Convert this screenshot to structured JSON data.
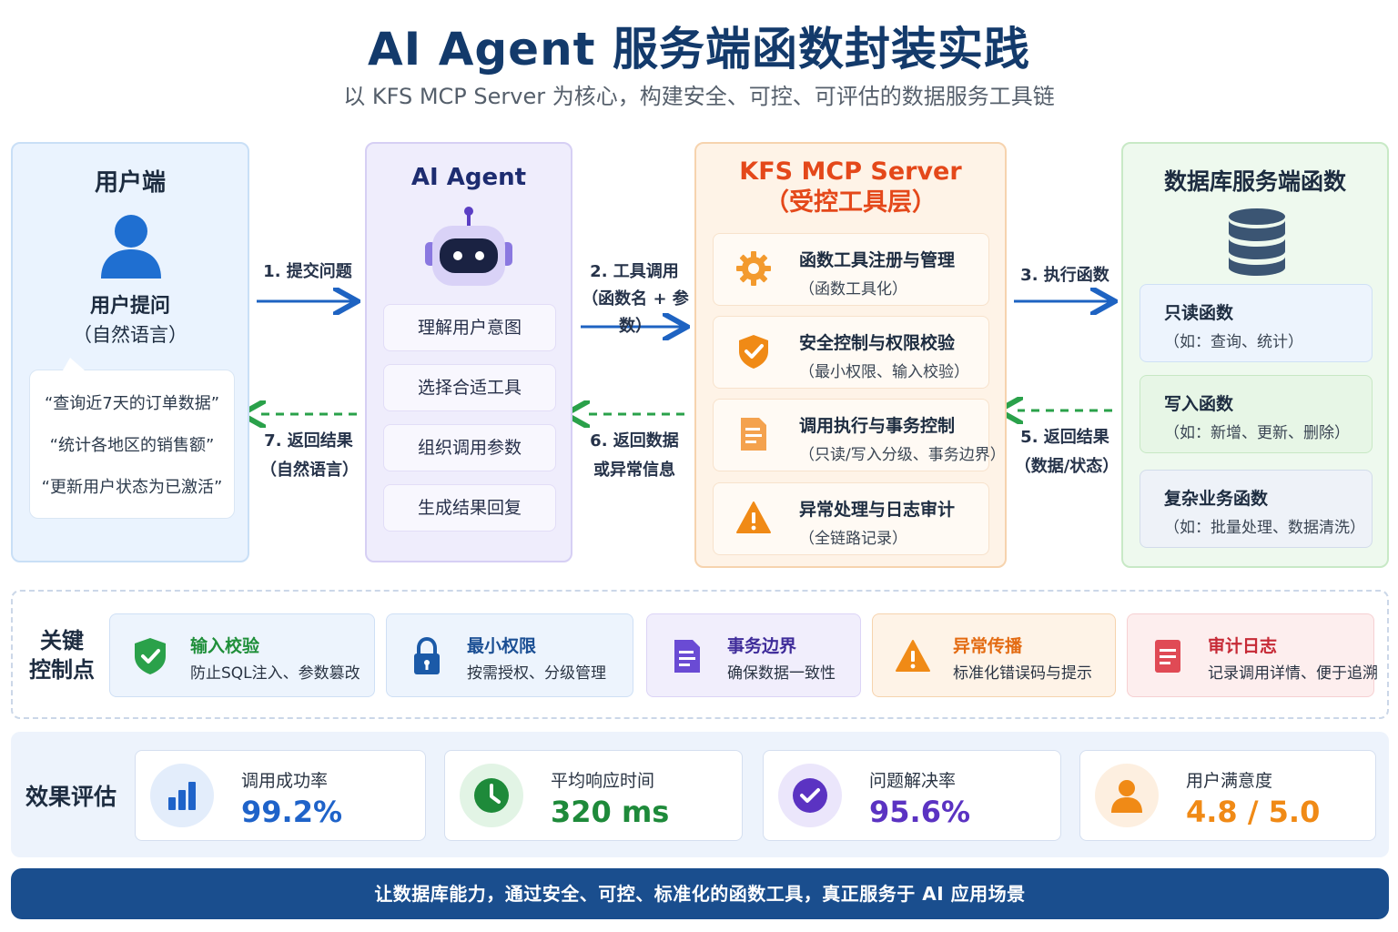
{
  "header": {
    "title": "AI Agent 服务端函数封装实践",
    "subtitle": "以 KFS MCP Server 为核心，构建安全、可控、可评估的数据服务工具链"
  },
  "user_column": {
    "title": "用户端",
    "icon": "user-icon",
    "ask_label": "用户提问",
    "ask_sub": "（自然语言）",
    "examples": [
      "“查询近7天的订单数据”",
      "“统计各地区的销售额”",
      "“更新用户状态为已激活”"
    ]
  },
  "agent_column": {
    "title": "AI Agent",
    "icon": "robot-icon",
    "steps": [
      "理解用户意图",
      "选择合适工具",
      "组织调用参数",
      "生成结果回复"
    ]
  },
  "mcp_column": {
    "title_line1": "KFS MCP Server",
    "title_line2": "（受控工具层）",
    "items": [
      {
        "title": "函数工具注册与管理",
        "sub": "（函数工具化）",
        "icon": "gear-icon"
      },
      {
        "title": "安全控制与权限校验",
        "sub": "（最小权限、输入校验）",
        "icon": "shield-check-icon"
      },
      {
        "title": "调用执行与事务控制",
        "sub": "（只读/写入分级、事务边界）",
        "icon": "document-icon"
      },
      {
        "title": "异常处理与日志审计",
        "sub": "（全链路记录）",
        "icon": "warning-icon"
      }
    ]
  },
  "db_column": {
    "title": "数据库服务端函数",
    "icon": "database-icon",
    "cards": [
      {
        "title": "只读函数",
        "sub": "（如：查询、统计）"
      },
      {
        "title": "写入函数",
        "sub": "（如：新增、更新、删除）"
      },
      {
        "title": "复杂业务函数",
        "sub": "（如：批量处理、数据清洗）"
      }
    ]
  },
  "flows": {
    "f1": "1. 提交问题",
    "f2_line1": "2. 工具调用",
    "f2_line2": "（函数名 + 参数）",
    "f3": "3. 执行函数",
    "f5_line1": "5. 返回结果",
    "f5_line2": "（数据/状态）",
    "f6_line1": "6. 返回数据",
    "f6_line2": "或异常信息",
    "f7_line1": "7. 返回结果",
    "f7_line2": "（自然语言）"
  },
  "controls": {
    "label_line1": "关键",
    "label_line2": "控制点",
    "items": [
      {
        "title": "输入校验",
        "sub": "防止SQL注入、参数篡改",
        "icon": "shield-check-icon",
        "color": "#1f8f3a"
      },
      {
        "title": "最小权限",
        "sub": "按需授权、分级管理",
        "icon": "lock-icon",
        "color": "#1b5aa8"
      },
      {
        "title": "事务边界",
        "sub": "确保数据一致性",
        "icon": "document-icon",
        "color": "#5b3fc4"
      },
      {
        "title": "异常传播",
        "sub": "标准化错误码与提示",
        "icon": "warning-icon",
        "color": "#e36b12"
      },
      {
        "title": "审计日志",
        "sub": "记录调用详情、便于追溯",
        "icon": "log-icon",
        "color": "#c62a36"
      }
    ]
  },
  "evaluation": {
    "label": "效果评估",
    "metrics": [
      {
        "name": "调用成功率",
        "value": "99.2%",
        "icon": "bar-chart-icon",
        "color": "#1f63c9"
      },
      {
        "name": "平均响应时间",
        "value": "320 ms",
        "icon": "clock-icon",
        "color": "#1e8a3a"
      },
      {
        "name": "问题解决率",
        "value": "95.6%",
        "icon": "check-circle-icon",
        "color": "#5b33c2"
      },
      {
        "name": "用户满意度",
        "value": "4.8 / 5.0",
        "icon": "user-icon",
        "color": "#f08a16"
      }
    ]
  },
  "footer": {
    "text": "让数据库能力，通过安全、可控、标准化的函数工具，真正服务于 AI 应用场景"
  }
}
